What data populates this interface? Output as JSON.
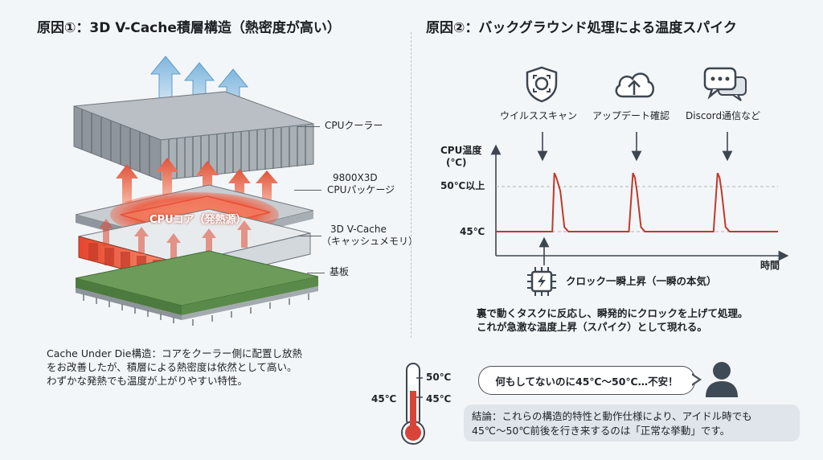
{
  "left": {
    "title": "原因①：3D V-Cache積層構造（熱密度が高い）",
    "labels": {
      "cooler": "CPUクーラー",
      "package_line1": "9800X3D",
      "package_line2": "CPUパッケージ",
      "core": "CPUコア（発熱源）",
      "vcache_line1": "3D V-Cache",
      "vcache_line2": "（キャッシュメモリ）",
      "substrate": "基板"
    },
    "description": [
      "Cache Under Die構造：コアをクーラー側に配置し放熱",
      "をお改善したが、積層による熱密度は依然として高い。",
      "わずかな発熱でも温度が上がりやすい特性。"
    ]
  },
  "right": {
    "title": "原因②：バックグラウンド処理による温度スパイク",
    "events": [
      {
        "label": "ウイルススキャン",
        "icon": "shield-scan-icon"
      },
      {
        "label": "アップデート確認",
        "icon": "cloud-upload-icon"
      },
      {
        "label": "Discord通信など",
        "icon": "chat-bubbles-icon"
      }
    ],
    "chart_data": {
      "type": "line",
      "ylabel_line1": "CPU温度",
      "ylabel_line2": "(℃)",
      "xlabel": "時間",
      "ytick_labels": [
        "50℃以上",
        "45℃"
      ],
      "ytick_values": [
        50,
        45
      ],
      "baseline": 45,
      "x": [
        0,
        10,
        14,
        14.5,
        15,
        16,
        17,
        18,
        33,
        34,
        34.5,
        35,
        36,
        37,
        54,
        55,
        55.5,
        56,
        57,
        58,
        70
      ],
      "y": [
        45,
        45,
        45,
        51.5,
        51,
        49.5,
        45.5,
        45,
        45,
        51.5,
        51,
        49.5,
        45.5,
        45,
        45,
        51.5,
        51,
        49.5,
        45.5,
        45,
        45
      ],
      "color": "#c0392b"
    },
    "clock": {
      "label": "クロック一瞬上昇（一瞬の本気）",
      "icon": "cpu-chip-icon"
    },
    "explanation": [
      "裏で動くタスクに反応し、瞬発的にクロックを上げて処理。",
      "これが急激な温度上昇（スパイク）として現れる。"
    ]
  },
  "thermometer": {
    "label_top": "50℃",
    "label_left": "45℃",
    "label_right": "45℃",
    "icon": "thermometer-icon"
  },
  "bubble": {
    "text": "何もしてないのに45℃〜50℃…不安！"
  },
  "conclusion": {
    "line1": "結論：これらの構造的特性と動作仕様により、アイドル時でも",
    "line2": "45℃〜50℃前後を行き来するのは「正常な挙動」です。"
  },
  "colors": {
    "accent_red": "#c0392b",
    "heat_red": "#e8452c",
    "arrow_blue": "#7fb6dd"
  }
}
